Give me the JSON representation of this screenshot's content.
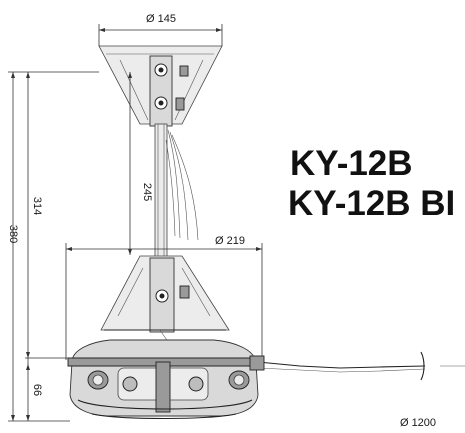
{
  "product": {
    "model_line_1": "KY-12B",
    "model_line_2": "KY-12B BI"
  },
  "dimensions": {
    "canopy_diameter": "Ø 145",
    "rod_length": "245",
    "motor_diameter": "Ø 219",
    "height_to_motor": "314",
    "overall_height": "380",
    "motor_height": "66",
    "blade_sweep": "Ø 1200"
  }
}
